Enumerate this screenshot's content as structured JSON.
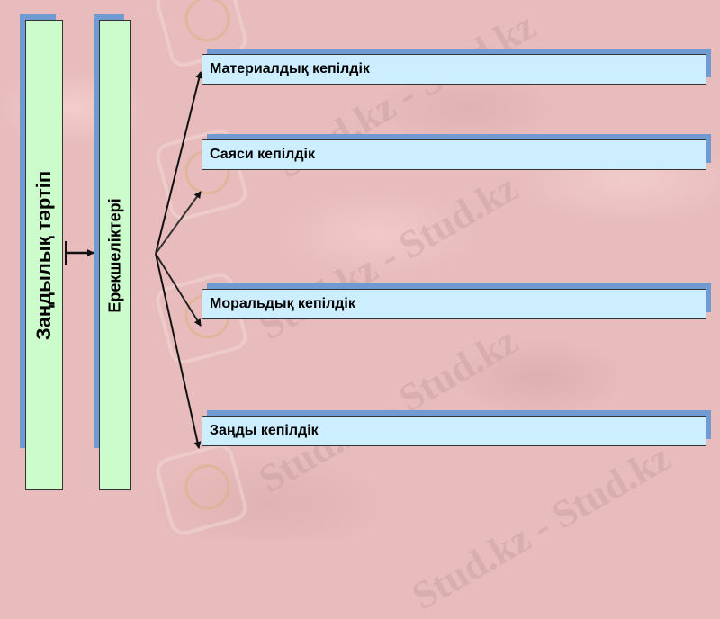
{
  "diagram": {
    "root": {
      "label": "Заңдылық тәртіп"
    },
    "middle": {
      "label": "Ерекшеліктері"
    },
    "branches": [
      {
        "label": "Материалдық кепілдік"
      },
      {
        "label": "Саяси кепілдік"
      },
      {
        "label": "Моральдық кепілдік"
      },
      {
        "label": "Заңды кепілдік"
      }
    ]
  },
  "watermark": {
    "text": "Stud.kz - Stud.kz"
  },
  "colors": {
    "background": "#e8bcbc",
    "vertical_box_fill": "#ccfccc",
    "horizontal_box_fill": "#cceeff",
    "box_shadow": "#6f9ad2",
    "arrow": "#111111"
  }
}
